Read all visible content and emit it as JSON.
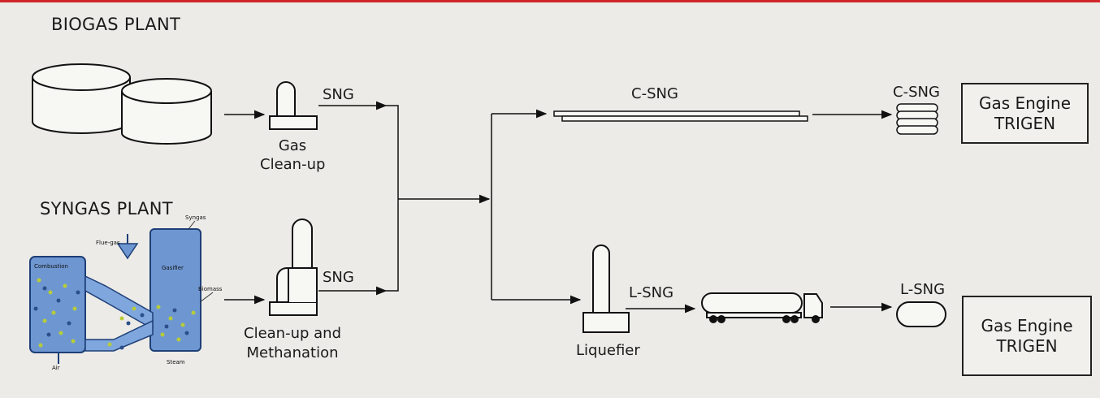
{
  "titles": {
    "biogas": "BIOGAS PLANT",
    "syngas": "SYNGAS PLANT"
  },
  "stream_labels": {
    "sng_biogas": "SNG",
    "sng_syngas": "SNG",
    "csng_line": "C-SNG",
    "csng_tank": "C-SNG",
    "lsng_liquefier": "L-SNG",
    "lsng_tank": "L-SNG"
  },
  "units": {
    "gas_cleanup_line1": "Gas",
    "gas_cleanup_line2": "Clean-up",
    "methanation_line1": "Clean-up and",
    "methanation_line2": "Methanation",
    "liquefier": "Liquefier"
  },
  "engines": {
    "top_line1": "Gas Engine",
    "top_line2": "TRIGEN",
    "bottom_line1": "Gas Engine",
    "bottom_line2": "TRIGEN"
  },
  "gasifier_labels": {
    "flue_gas": "Flue-gas",
    "syngas": "Syngas",
    "combustion": "Combustion",
    "gasifier": "Gasifier",
    "biomass": "Biomass",
    "steam": "Steam",
    "air": "Air"
  },
  "colors": {
    "accent_bar": "#d0252b",
    "gasifier_blue": "#6e97d2",
    "particle_green": "#b6cc3a",
    "particle_blue": "#2c4f8c",
    "background": "#ecebe7"
  }
}
